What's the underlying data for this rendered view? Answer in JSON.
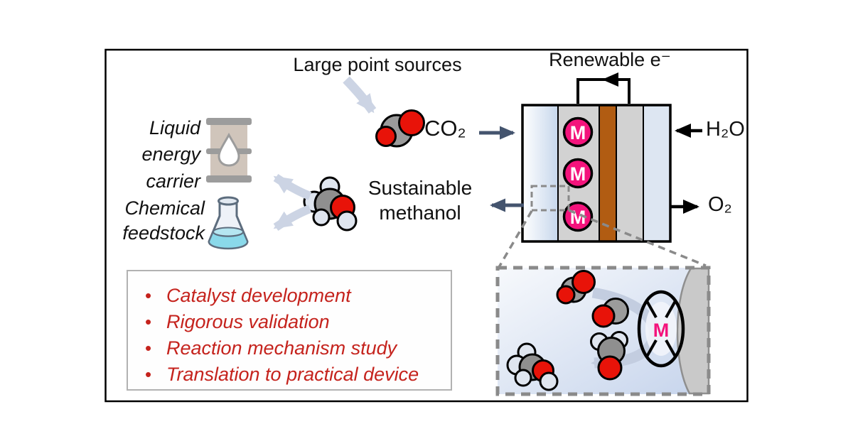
{
  "figure": {
    "type": "graphical-abstract",
    "topic": "CO2 electroreduction to methanol in an electrolyzer with molecular catalysts"
  },
  "labels": {
    "large_point_sources": "Large point sources",
    "renewable_electrons": "Renewable e⁻",
    "co2": "CO₂",
    "h2o": "H₂O",
    "o2": "O₂",
    "sustainable_methanol": "Sustainable\nmethanol",
    "liquid_energy_carrier": "Liquid\nenergy\ncarrier",
    "chemical_feedstock": "Chemical\nfeedstock",
    "catalyst": "M"
  },
  "goals": {
    "bullet": "•",
    "items": [
      "Catalyst development",
      "Rigorous validation",
      "Reaction mechanism study",
      "Translation to practical device"
    ]
  },
  "colors": {
    "catalyst_pink": "#f4137c",
    "membrane_brown": "#b15c12",
    "electrode_gray": "#d2d2d2",
    "anode_channel_blue": "#dde6f2",
    "dark_arrow_slate": "#44546e",
    "light_arrow_blue": "#ccd4e4",
    "goal_text_red": "#c5231d",
    "oxygen_red": "#e81309",
    "carbon_gray": "#8f8f8f",
    "hydrogen_light": "#dfe5ef",
    "barrel_tan": "#d0c5bb",
    "flask_liquid_cyan": "#8ad9ea"
  }
}
